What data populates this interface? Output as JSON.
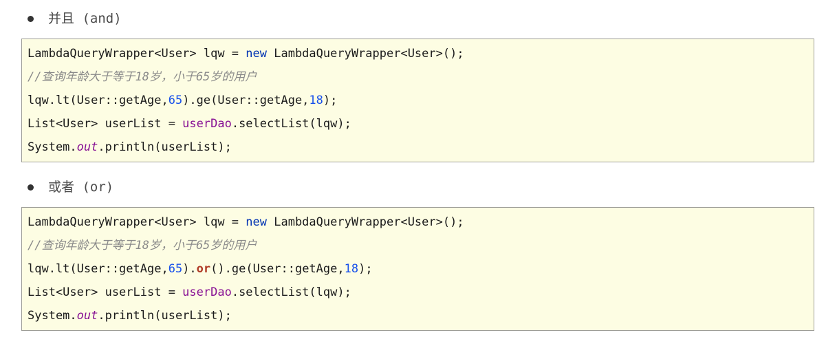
{
  "colors": {
    "page_background": "#ffffff",
    "code_background": "#fdfde3",
    "code_border": "#9d9d97",
    "code_text": "#1a1a1a",
    "keyword_blue": "#0033b3",
    "number_blue": "#1750eb",
    "field_purple": "#871094",
    "or_keyword_red": "#b03b26",
    "comment_gray": "#8a8a8a",
    "heading_gray": "#4a4a4a"
  },
  "sections": [
    {
      "heading": "并且 (and)",
      "code_lines": [
        {
          "segments": [
            {
              "text": "LambdaQueryWrapper<User> lqw = ",
              "style": "plain"
            },
            {
              "text": "new",
              "style": "keyword"
            },
            {
              "text": " LambdaQueryWrapper<User>();",
              "style": "plain"
            }
          ]
        },
        {
          "segments": [
            {
              "text": "//查询年龄大于等于18岁，小于65岁的用户",
              "style": "comment"
            }
          ]
        },
        {
          "segments": [
            {
              "text": "lqw.lt(User::getAge,",
              "style": "plain"
            },
            {
              "text": "65",
              "style": "number"
            },
            {
              "text": ").ge(User::getAge,",
              "style": "plain"
            },
            {
              "text": "18",
              "style": "number"
            },
            {
              "text": ");",
              "style": "plain"
            }
          ]
        },
        {
          "segments": [
            {
              "text": "List<User> userList = ",
              "style": "plain"
            },
            {
              "text": "userDao",
              "style": "field"
            },
            {
              "text": ".selectList(lqw);",
              "style": "plain"
            }
          ]
        },
        {
          "segments": [
            {
              "text": "System.",
              "style": "plain"
            },
            {
              "text": "out",
              "style": "static_field"
            },
            {
              "text": ".println(userList);",
              "style": "plain"
            }
          ]
        }
      ]
    },
    {
      "heading": "或者 (or)",
      "code_lines": [
        {
          "segments": [
            {
              "text": "LambdaQueryWrapper<User> lqw = ",
              "style": "plain"
            },
            {
              "text": "new",
              "style": "keyword"
            },
            {
              "text": " LambdaQueryWrapper<User>();",
              "style": "plain"
            }
          ]
        },
        {
          "segments": [
            {
              "text": "//查询年龄大于等于18岁，小于65岁的用户",
              "style": "comment"
            }
          ]
        },
        {
          "segments": [
            {
              "text": "lqw.lt(User::getAge,",
              "style": "plain"
            },
            {
              "text": "65",
              "style": "number"
            },
            {
              "text": ").",
              "style": "plain"
            },
            {
              "text": "or",
              "style": "or_keyword"
            },
            {
              "text": "().ge(User::getAge,",
              "style": "plain"
            },
            {
              "text": "18",
              "style": "number"
            },
            {
              "text": ");",
              "style": "plain"
            }
          ]
        },
        {
          "segments": [
            {
              "text": "List<User> userList = ",
              "style": "plain"
            },
            {
              "text": "userDao",
              "style": "field"
            },
            {
              "text": ".selectList(lqw);",
              "style": "plain"
            }
          ]
        },
        {
          "segments": [
            {
              "text": "System.",
              "style": "plain"
            },
            {
              "text": "out",
              "style": "static_field"
            },
            {
              "text": ".println(userList);",
              "style": "plain"
            }
          ]
        }
      ]
    }
  ]
}
